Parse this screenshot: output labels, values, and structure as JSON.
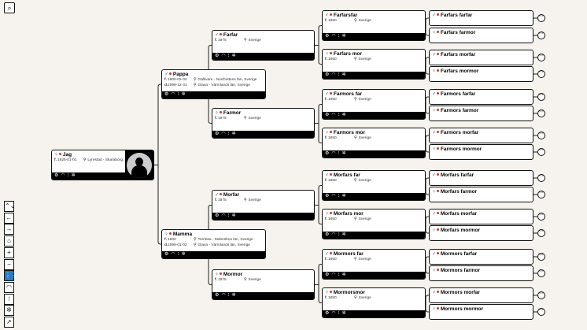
{
  "toolbar": {
    "search_icon": "search-icon",
    "buttons": [
      {
        "name": "expand-collapse",
        "glyph": "⌃⌄"
      },
      {
        "name": "back",
        "glyph": "←"
      },
      {
        "name": "forward",
        "glyph": "→"
      },
      {
        "name": "home",
        "glyph": "⌂"
      },
      {
        "name": "zoom-in",
        "glyph": "+"
      },
      {
        "name": "zoom-out",
        "glyph": "−"
      },
      {
        "name": "tree-layout",
        "glyph": "⋮⋮",
        "active": true
      },
      {
        "name": "fan-chart",
        "glyph": "◠"
      },
      {
        "name": "descendants",
        "glyph": "⁝"
      },
      {
        "name": "relatives",
        "glyph": "✲"
      },
      {
        "name": "navigate",
        "glyph": "➚"
      }
    ]
  },
  "footer_icons": [
    "⚙",
    "◠",
    "⁝",
    "✲"
  ],
  "labels": {
    "born": "f.",
    "died": "d."
  },
  "colors": {
    "accent": "#2a7bc4",
    "marker": "#c0392b"
  },
  "root": {
    "name": "Jag",
    "gender": "♀",
    "birth": "1925-01-01",
    "birth_place": "Lyrestad - Skaraborg..."
  },
  "gen1": [
    {
      "name": "Pappa",
      "gender": "♂",
      "birth": "1900-02-02",
      "birth_place": "Gällivare - Norrbottens län, Sverige",
      "death": "1999-12-31",
      "death_place": "Glava - Värmlands län, Sverige"
    },
    {
      "name": "Mamma",
      "gender": "♀",
      "birth": "1900",
      "birth_place": "Torrlösa - Malmöhus län, Sverige",
      "death": "1999-01-02",
      "death_place": "Glava - Värmlands län, Sverige"
    }
  ],
  "gen2": [
    {
      "name": "Farfar",
      "gender": "♂",
      "birth": "1875",
      "birth_place": "Sverige"
    },
    {
      "name": "Farmor",
      "gender": "♀",
      "birth": "1875",
      "birth_place": "Sverige"
    },
    {
      "name": "Morfar",
      "gender": "♂",
      "birth": "1875",
      "birth_place": "Sverige"
    },
    {
      "name": "Mormor",
      "gender": "♀",
      "birth": "1875",
      "birth_place": "Sverige"
    }
  ],
  "gen3": [
    {
      "name": "Farfarsfar",
      "gender": "♂",
      "birth": "1850",
      "birth_place": "Sverige"
    },
    {
      "name": "Farfars mor",
      "gender": "♀",
      "birth": "1850",
      "birth_place": "Sverige"
    },
    {
      "name": "Farmors far",
      "gender": "♂",
      "birth": "1850",
      "birth_place": "Sverige"
    },
    {
      "name": "Farmors mor",
      "gender": "♀",
      "birth": "1850",
      "birth_place": "Sverige"
    },
    {
      "name": "Morfars far",
      "gender": "♂",
      "birth": "1850",
      "birth_place": "Sverige"
    },
    {
      "name": "Morfars mor",
      "gender": "♀",
      "birth": "1850",
      "birth_place": "Sverige"
    },
    {
      "name": "Mormors far",
      "gender": "♂",
      "birth": "1850",
      "birth_place": "Sverige"
    },
    {
      "name": "Mormorsmor",
      "gender": "♀",
      "birth": "1850",
      "birth_place": "Sverige"
    }
  ],
  "gen4": [
    {
      "name": "Farfars farfar",
      "gender": "♂"
    },
    {
      "name": "Farfars farmor",
      "gender": "♀"
    },
    {
      "name": "Farfars morfar",
      "gender": "♂"
    },
    {
      "name": "Farfars mormor",
      "gender": "♀"
    },
    {
      "name": "Farmors farfar",
      "gender": "♂"
    },
    {
      "name": "Farmors farmor",
      "gender": "♀"
    },
    {
      "name": "Farmors morfar",
      "gender": "♂"
    },
    {
      "name": "Farmors mormor",
      "gender": "♀"
    },
    {
      "name": "Morfars farfar",
      "gender": "♂"
    },
    {
      "name": "Morfars farmor",
      "gender": "♀"
    },
    {
      "name": "Morfars morfar",
      "gender": "♂"
    },
    {
      "name": "Morfars mormor",
      "gender": "♀"
    },
    {
      "name": "Mormors farfar",
      "gender": "♂"
    },
    {
      "name": "Mormors farmor",
      "gender": "♀"
    },
    {
      "name": "Mormors morfar",
      "gender": "♂"
    },
    {
      "name": "Mormors mormor",
      "gender": "♀"
    }
  ],
  "more_glyph": "···"
}
